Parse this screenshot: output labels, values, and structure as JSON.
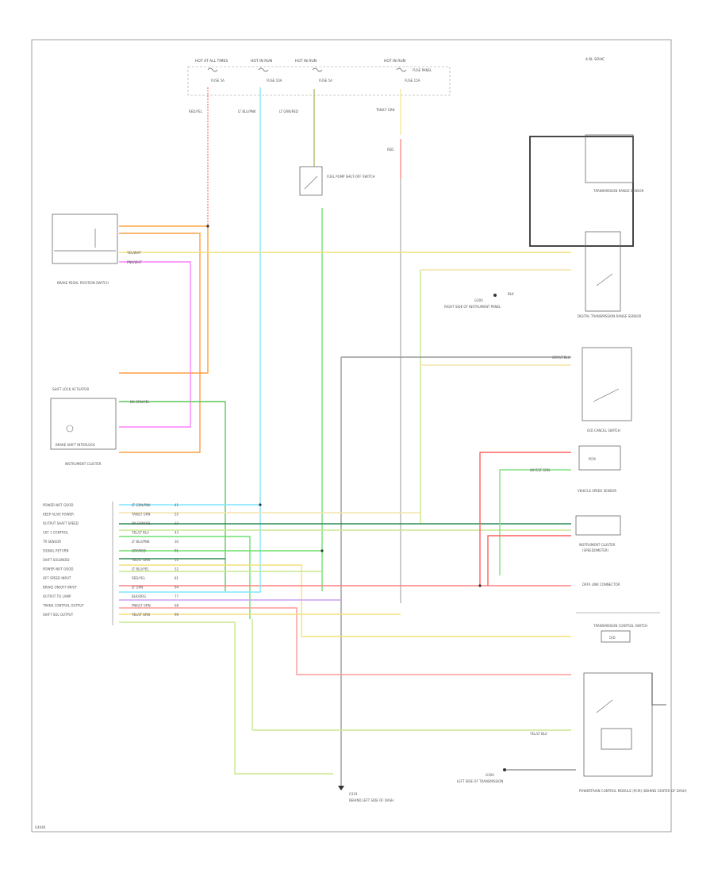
{
  "fuses": [
    {
      "label": "HOT AT ALL TIMES",
      "fuse": "FUSE 5A"
    },
    {
      "label": "HOT IN RUN",
      "fuse": "FUSE 10A"
    },
    {
      "label": "HOT IN RUN",
      "fuse": "FUSE 5A"
    },
    {
      "label": "HOT IN RUN",
      "fuse": "FUSE 15A"
    }
  ],
  "fuse_panel_label": "FUSE PANEL",
  "engine_label": "4.6L SOHC",
  "wire_labels": {
    "red_yel": "RED/YEL",
    "lt_blu_pnk": "LT BLU/PNK",
    "lt_grn_red": "LT GRN/RED",
    "yel_wht": "YEL/WHT",
    "red": "RED",
    "dk_grn_yel": "DK GRN/YEL",
    "pnk_wht": "PNK/WHT",
    "tan_lt_grn": "TAN/LT GRN",
    "blk": "BLK",
    "gry_lt_blu": "GRY/LT BLU",
    "wht_lt_grn": "WHT/LT GRN",
    "yel_lt_blu": "YEL/LT BLU"
  },
  "components": {
    "brake_switch": "BRAKE PEDAL POSITION SWITCH",
    "fuel_cutoff": "FUEL PUMP SHUT-OFF SWITCH",
    "shift_solenoid": "SHIFT LOCK ACTUATOR",
    "shift_solenoid_sub": "BRAKE SHIFT INTERLOCK",
    "cluster": "INSTRUMENT CLUSTER",
    "pressure_sw": "TRANSMISSION RANGE SENSOR",
    "dpfe_sensor": "DIGITAL TRANSMISSION RANGE SENSOR",
    "ground_1": "G200",
    "ground_2": "G101",
    "ground_3": "G300",
    "ground_1_note": "RIGHT SIDE OF INSTRUMENT PANEL",
    "ground_2_note": "BEHIND LEFT SIDE OF DASH",
    "ground_3_note": "LEFT SIDE OF TRANSMISSION",
    "ratio_switch": "O/D CANCEL SWITCH",
    "rear_sensor": "VEHICLE SPEED SENSOR",
    "speedo_cluster": "INSTRUMENT CLUSTER",
    "speedo_sub": "(SPEEDOMETER)",
    "ccd_label": "DATA LINK CONNECTOR",
    "pcm_small": "PCM",
    "right_lower_top": "TRANSMISSION CONTROL SWITCH",
    "right_lower_box": "O/D",
    "pcm_block": "POWERTRAIN CONTROL MODULE (PCM) (BEHIND CENTER OF DASH)"
  },
  "pins": [
    {
      "name": "POWER NOT GOOD",
      "wire": "LT GRN/PNK",
      "num": "41"
    },
    {
      "name": "KEEP ALIVE POWER",
      "wire": "TAN/LT GRN",
      "num": "55"
    },
    {
      "name": "OUTPUT SHAFT SPEED",
      "wire": "DK GRN/YEL",
      "num": "33"
    },
    {
      "name": "CKT 1 CONTROL",
      "wire": "YEL/LT BLU",
      "num": "43"
    },
    {
      "name": "TR SENSOR",
      "wire": "LT BLU/PNK",
      "num": "30"
    },
    {
      "name": "SIGNAL RETURN",
      "wire": "GRY/RED",
      "num": "91"
    },
    {
      "name": "SHIFT SOLENOID",
      "wire": "YEL/LT GRN",
      "num": "51"
    },
    {
      "name": "POWER NOT GOOD",
      "wire": "LT BLU/YEL",
      "num": "52"
    },
    {
      "name": "OFF SPEED INPUT",
      "wire": "RED/YEL",
      "num": "81"
    },
    {
      "name": "BRAKE ON/OFF INPUT",
      "wire": "LT GRN",
      "num": "64"
    },
    {
      "name": "OUTPUT TO LAMP",
      "wire": "BLK/ORG",
      "num": "77"
    },
    {
      "name": "TRANS CONTROL OUTPUT",
      "wire": "PNK/LT GRN",
      "num": "68"
    },
    {
      "name": "SHIFT SOL OUTPUT",
      "wire": "YEL/LT GRN",
      "num": "90"
    }
  ],
  "footer": "G4040"
}
